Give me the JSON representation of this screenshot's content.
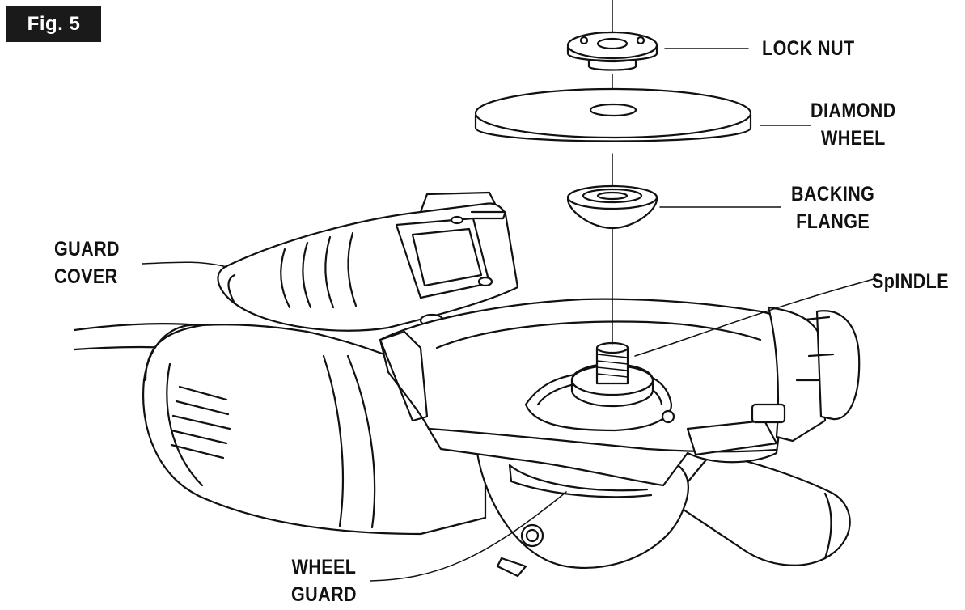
{
  "figure": {
    "badge": "Fig. 5"
  },
  "labels": {
    "lock_nut": "LOCK NUT",
    "diamond_wheel": [
      "DIAMOND",
      "WHEEL"
    ],
    "backing_flange": [
      "BACKING",
      "FLANGE"
    ],
    "guard_cover": [
      "GUARD",
      "COVER"
    ],
    "spindle": "SpINDLE",
    "wheel_guard": [
      "WHEEL",
      "GUARD"
    ]
  },
  "colors": {
    "ink": "#111111",
    "badge_bg": "#1a1a1a",
    "background": "#ffffff"
  }
}
